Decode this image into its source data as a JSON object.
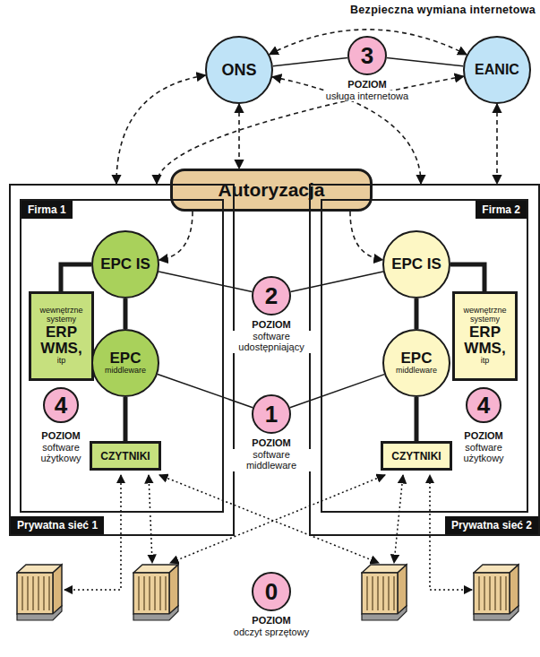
{
  "diagram": {
    "title": "Bezpieczna wymiana internetowa",
    "nodes": [
      {
        "text": [
          "ONS"
        ]
      },
      {
        "text": [
          "3",
          "POZIOM",
          "usługa internetowa"
        ]
      },
      {
        "text": [
          "EANIC"
        ]
      },
      {
        "text": [
          "Autoryzacja"
        ]
      },
      {
        "text": [
          "Prywatna sieć 1"
        ]
      },
      {
        "text": [
          "Firma 1"
        ],
        "in": 4
      },
      {
        "text": [
          "EPC IS"
        ],
        "in": 5
      },
      {
        "text": [
          "wewnętrzne systemy",
          "ERP WMS,",
          "itp"
        ],
        "in": 5
      },
      {
        "text": [
          "EPC",
          "middleware"
        ],
        "in": 5
      },
      {
        "text": [
          "4",
          "POZIOM",
          "software użytkowy"
        ],
        "in": 5
      },
      {
        "text": [
          "CZYTNIKI"
        ],
        "in": 5
      },
      {
        "text": [
          "Prywatna sieć 2"
        ]
      },
      {
        "text": [
          "Firma 2"
        ],
        "in": 11
      },
      {
        "text": [
          "EPC IS"
        ],
        "in": 12
      },
      {
        "text": [
          "wewnętrzne systemy",
          "ERP WMS,",
          "itp"
        ],
        "in": 12
      },
      {
        "text": [
          "EPC",
          "middleware"
        ],
        "in": 12
      },
      {
        "text": [
          "4",
          "POZIOM",
          "software użytkowy"
        ],
        "in": 12
      },
      {
        "text": [
          "CZYTNIKI"
        ],
        "in": 12
      },
      {
        "text": [
          "2",
          "POZIOM",
          "software udostępniający"
        ]
      },
      {
        "text": [
          "1",
          "POZIOM",
          "software middleware"
        ]
      },
      {
        "text": [
          "0",
          "POZIOM",
          "odczyt sprzętowy"
        ]
      }
    ],
    "edges": [
      {
        "from": 0,
        "to": 1,
        "arrow": "none"
      },
      {
        "from": 1,
        "to": 2,
        "arrow": "none"
      },
      {
        "from": 0,
        "to": 2,
        "arrow": "both"
      },
      {
        "from": 0,
        "to": 3,
        "arrow": "both"
      },
      {
        "from": 0,
        "to": 4,
        "arrow": "both"
      },
      {
        "from": 0,
        "to": 11,
        "arrow": "both"
      },
      {
        "from": 2,
        "to": 4,
        "arrow": "both"
      },
      {
        "from": 2,
        "to": 11,
        "arrow": "both"
      },
      {
        "from": 3,
        "to": 6,
        "arrow": "to"
      },
      {
        "from": 3,
        "to": 13,
        "arrow": "to"
      },
      {
        "from": 6,
        "to": 18,
        "arrow": "none"
      },
      {
        "from": 18,
        "to": 13,
        "arrow": "none"
      },
      {
        "from": 8,
        "to": 19,
        "arrow": "none"
      },
      {
        "from": 19,
        "to": 15,
        "arrow": "none"
      },
      {
        "from": 6,
        "to": 8,
        "arrow": "none"
      },
      {
        "from": 7,
        "to": 6,
        "arrow": "none"
      },
      {
        "from": 8,
        "to": 10,
        "arrow": "none"
      },
      {
        "from": 13,
        "to": 15,
        "arrow": "none"
      },
      {
        "from": 14,
        "to": 13,
        "arrow": "none"
      },
      {
        "from": 15,
        "to": 17,
        "arrow": "none"
      }
    ]
  }
}
